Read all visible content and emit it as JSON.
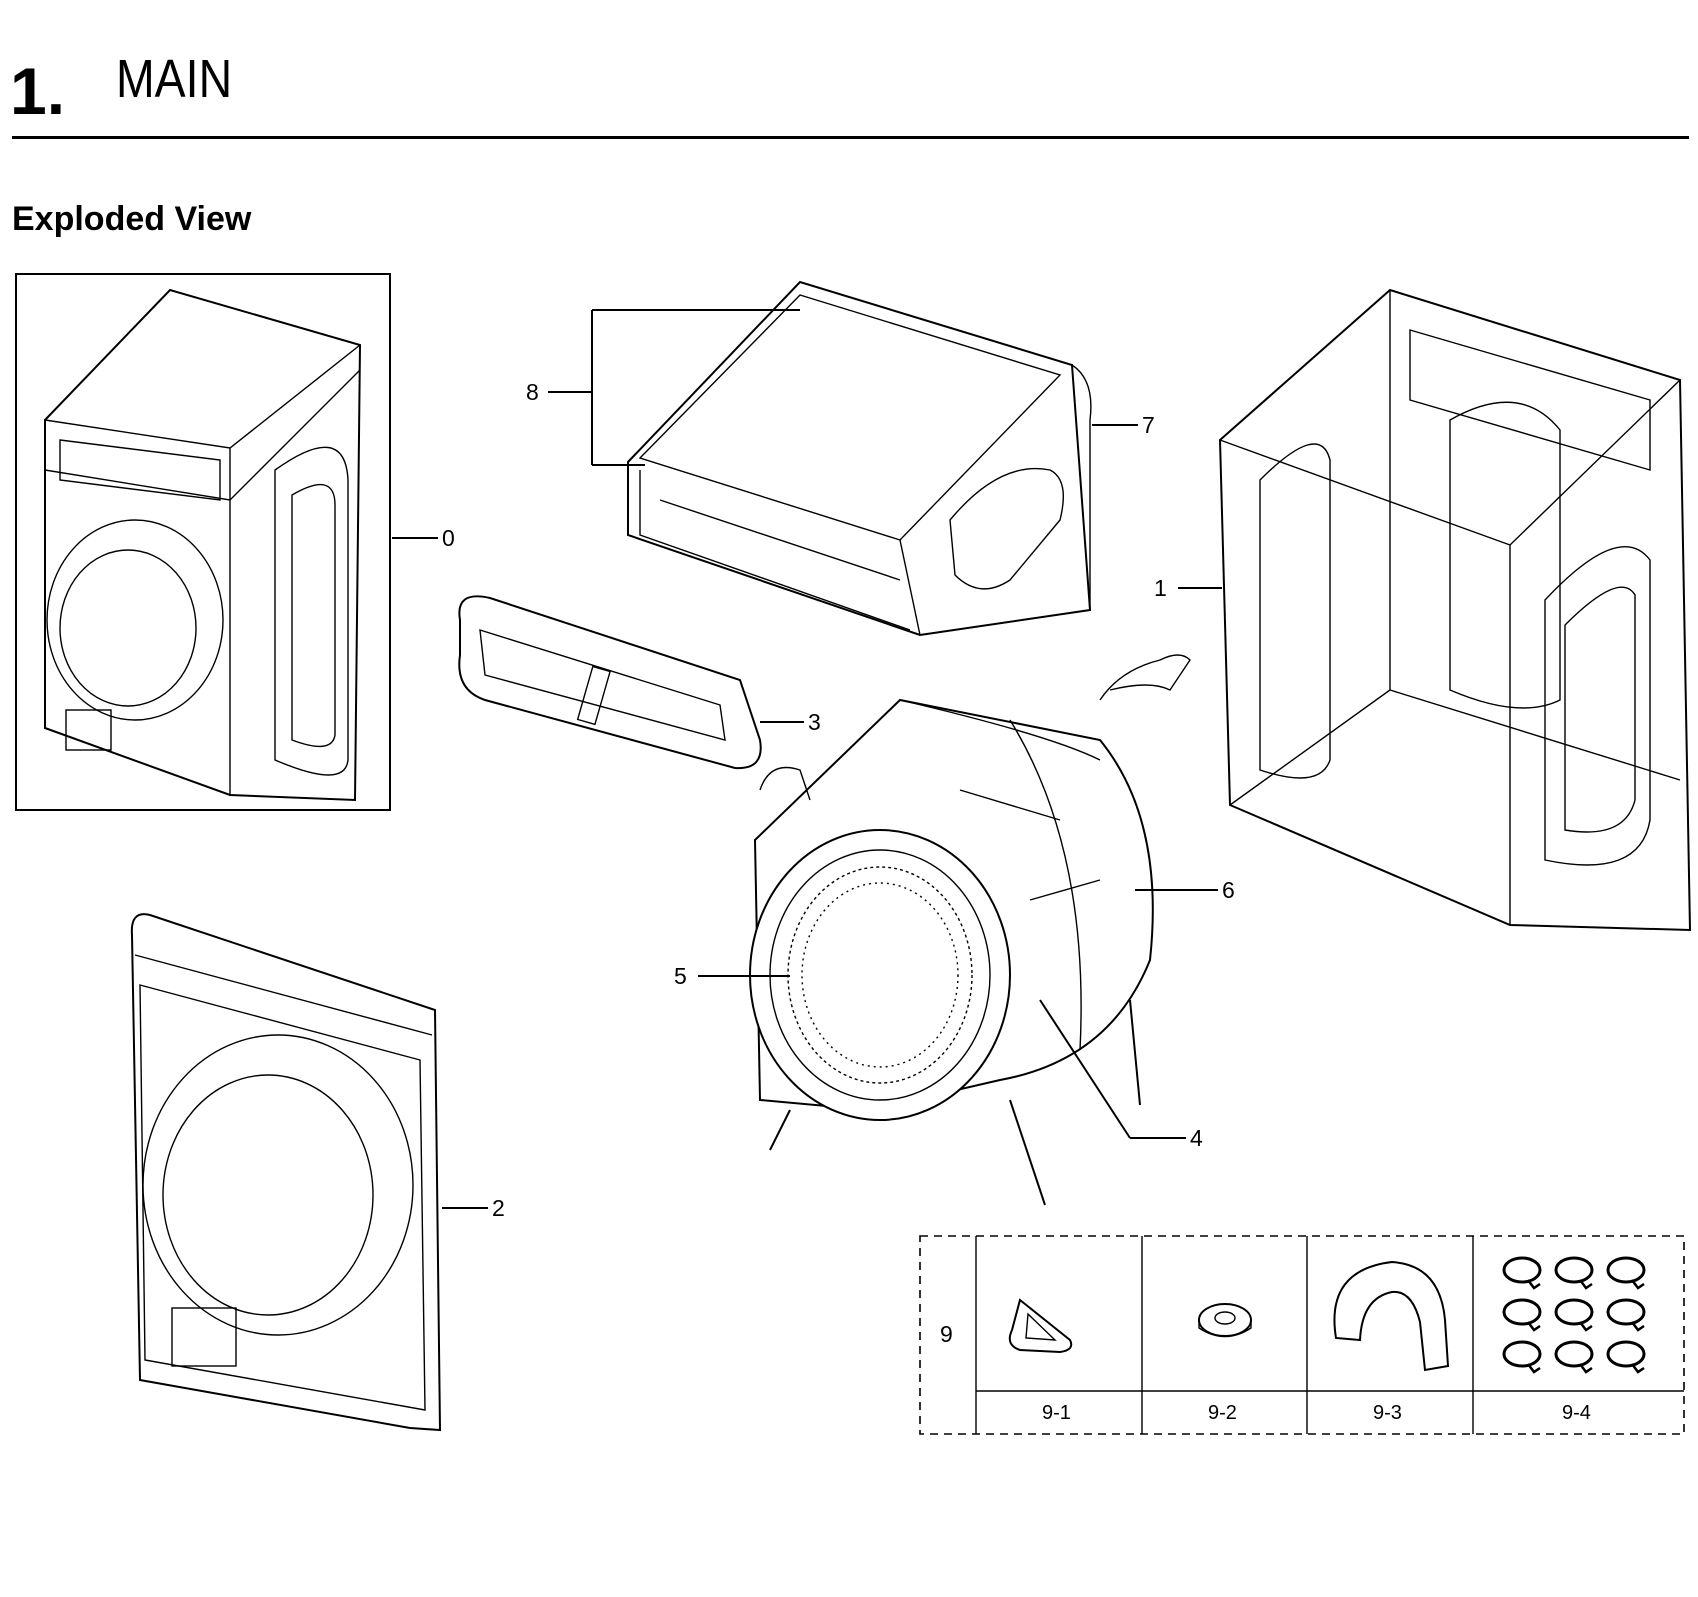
{
  "header": {
    "section_number": "1.",
    "section_title": "MAIN",
    "subtitle": "Exploded View"
  },
  "callouts": [
    {
      "id": "0",
      "label": "0"
    },
    {
      "id": "1",
      "label": "1"
    },
    {
      "id": "2",
      "label": "2"
    },
    {
      "id": "3",
      "label": "3"
    },
    {
      "id": "4",
      "label": "4"
    },
    {
      "id": "5",
      "label": "5"
    },
    {
      "id": "6",
      "label": "6"
    },
    {
      "id": "7",
      "label": "7"
    },
    {
      "id": "8",
      "label": "8"
    }
  ],
  "kit": {
    "label": "9",
    "items": [
      {
        "label": "9-1",
        "icon": "triangle-grommet-icon"
      },
      {
        "label": "9-2",
        "icon": "washer-icon"
      },
      {
        "label": "9-3",
        "icon": "hose-guide-icon"
      },
      {
        "label": "9-4",
        "icon": "hose-clamp-icon",
        "count": 9
      }
    ]
  }
}
